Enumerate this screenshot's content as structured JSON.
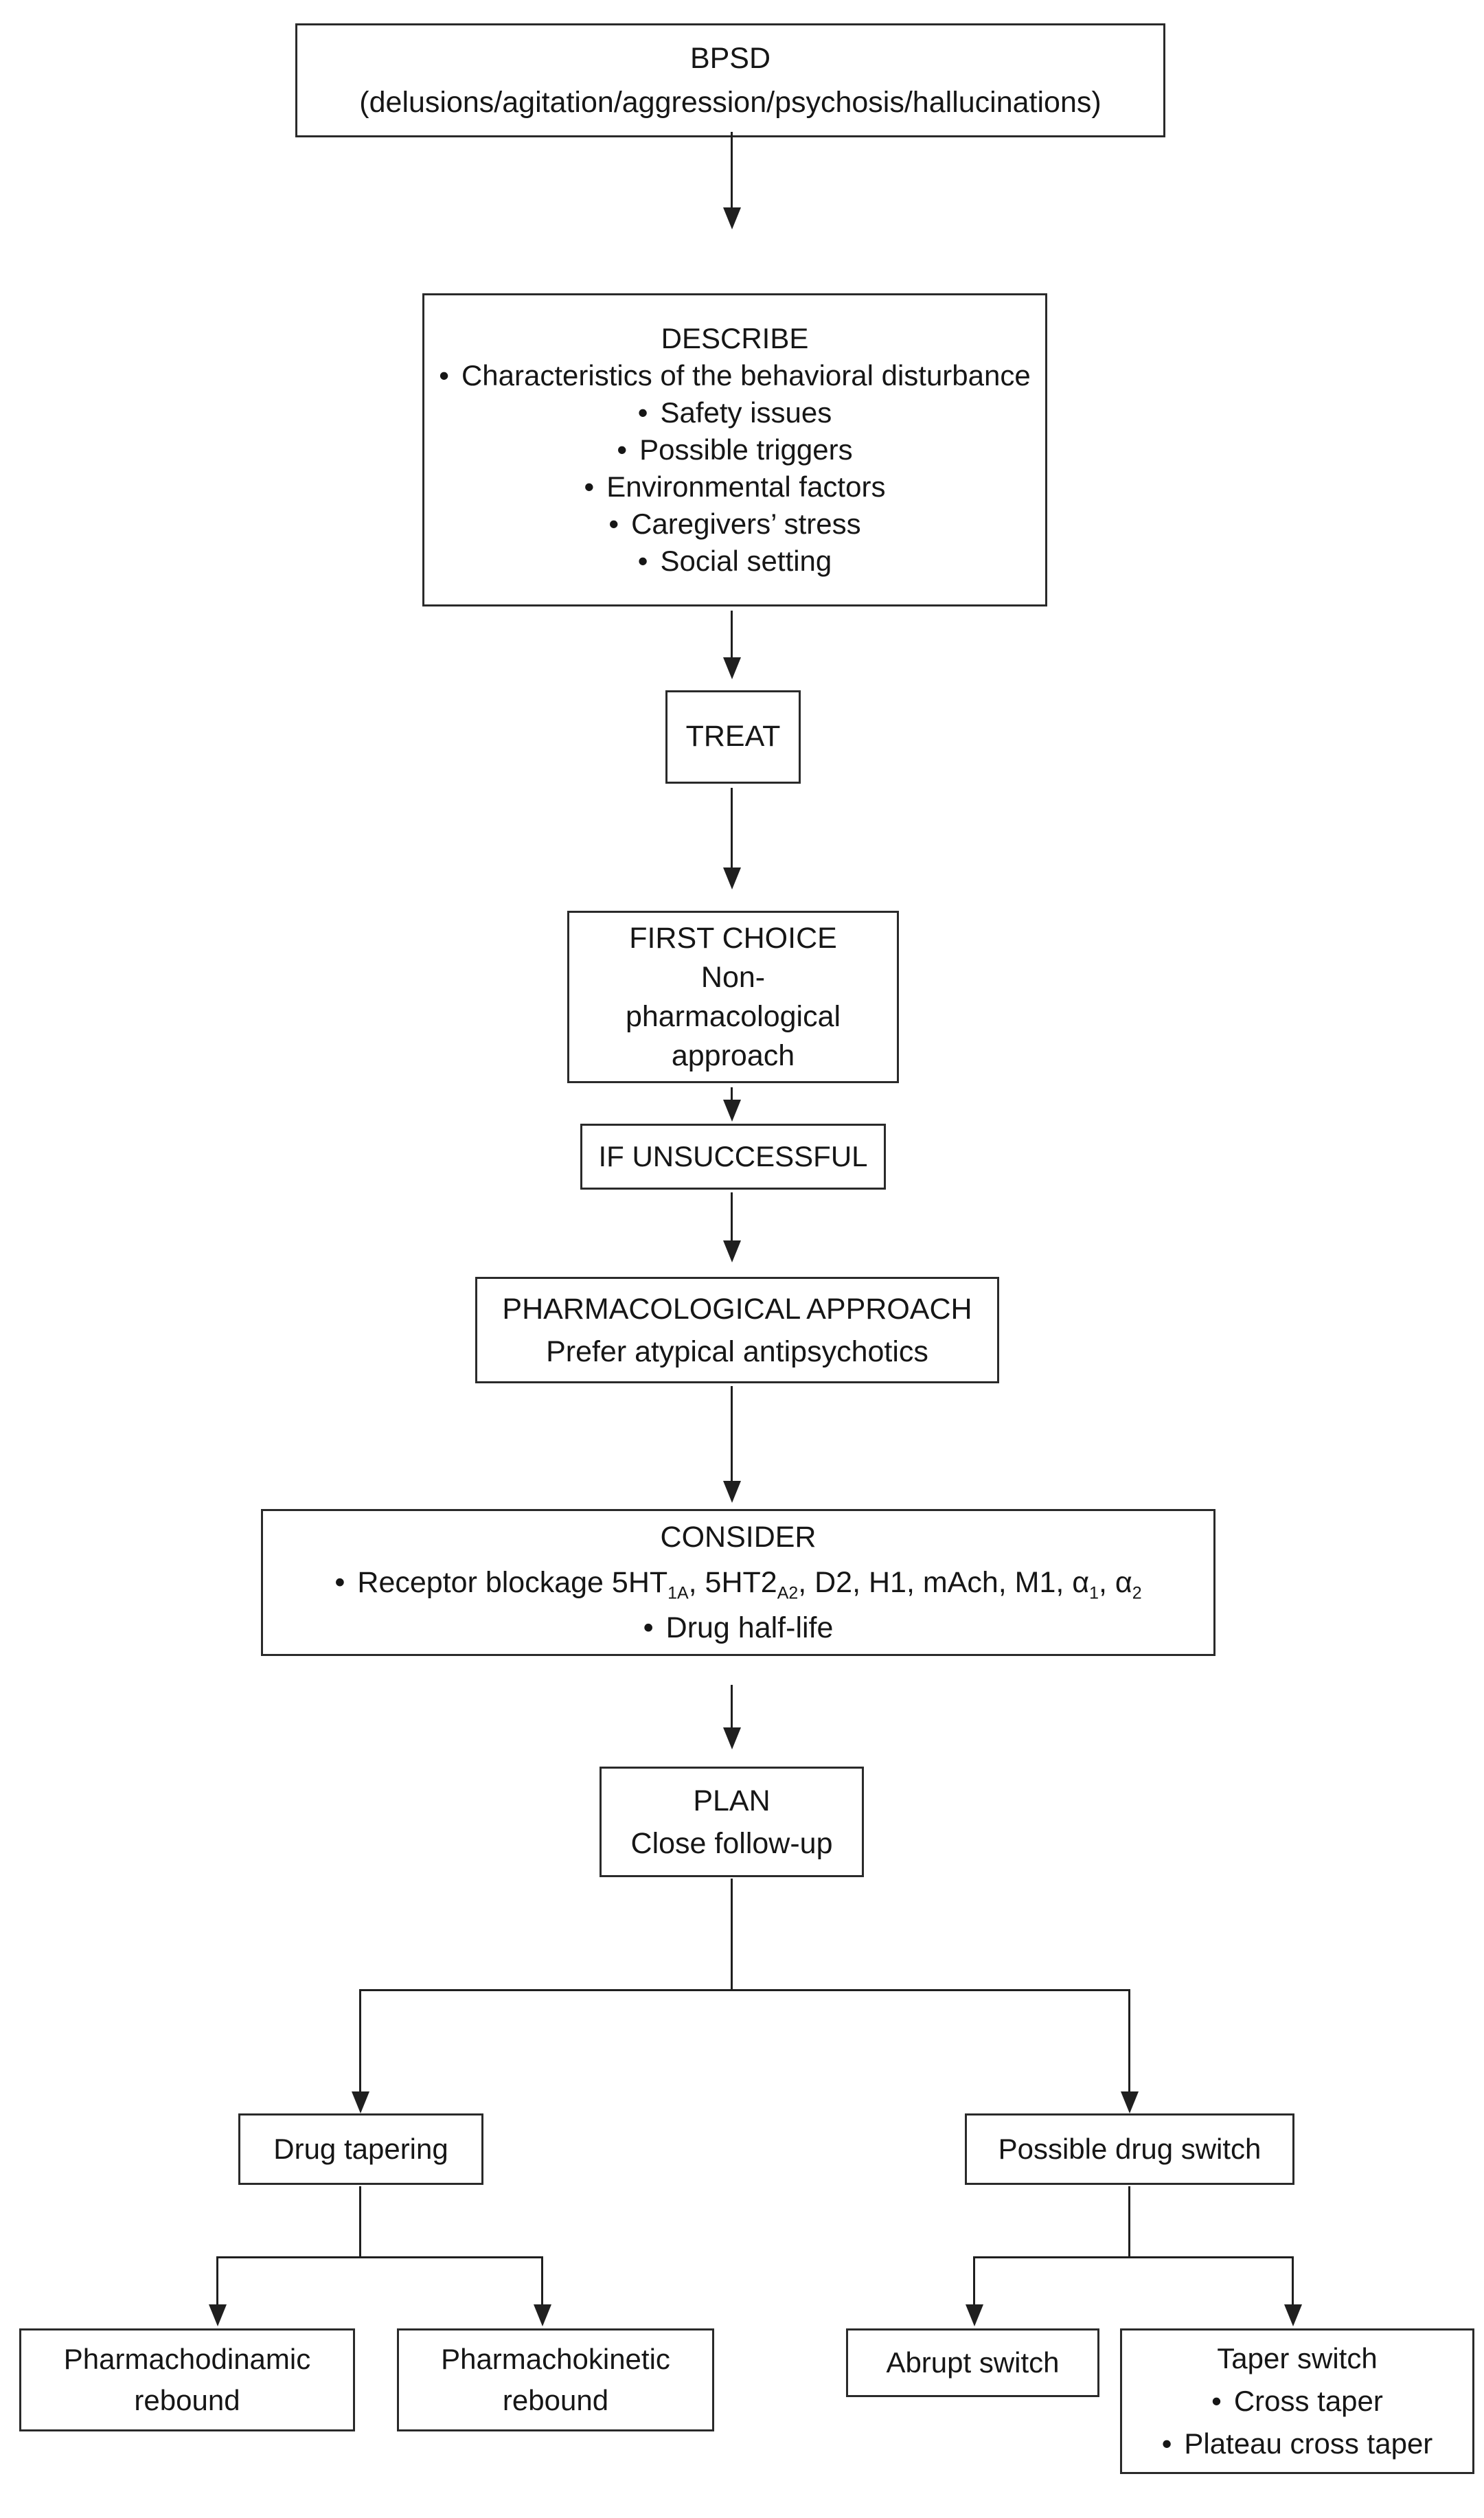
{
  "figure": {
    "type": "flowchart",
    "background_color": "#ffffff",
    "line_color": "#1f1f1f",
    "text_color": "#161616"
  },
  "nodes": {
    "bpsd": {
      "title": "BPSD",
      "subtitle": "(delusions/agitation/aggression/psychosis/hallucinations)"
    },
    "describe": {
      "title": "DESCRIBE",
      "items": [
        "Characteristics of the behavioral disturbance",
        "Safety issues",
        "Possible triggers",
        "Environmental factors",
        "Caregivers’ stress",
        "Social setting"
      ]
    },
    "treat": {
      "label": "TREAT"
    },
    "first_choice": {
      "title": "FIRST CHOICE",
      "lines": [
        "Non-",
        "pharmacological",
        "approach"
      ]
    },
    "if_unsuccessful": {
      "label": "IF UNSUCCESSFUL"
    },
    "pharmacological_approach": {
      "title": "PHARMACOLOGICAL APPROACH",
      "subtitle": "Prefer atypical antipsychotics"
    },
    "consider": {
      "title": "CONSIDER",
      "receptor_item": [
        {
          "text": "Receptor blockage 5HT"
        },
        {
          "sub": "1A"
        },
        {
          "text": ", 5HT2"
        },
        {
          "sub": "A2"
        },
        {
          "text": ", D2, H1, mAch, M1, α"
        },
        {
          "sub": "1"
        },
        {
          "text": ", α"
        },
        {
          "sub": "2"
        }
      ],
      "half_life_item": "Drug half-life"
    },
    "plan": {
      "title": "PLAN",
      "subtitle": "Close follow-up"
    },
    "drug_tapering": {
      "label": "Drug tapering"
    },
    "possible_drug_switch": {
      "label": "Possible drug switch"
    },
    "pharmachodinamic_rebound": {
      "label": "Pharmachodinamic rebound"
    },
    "pharmachokinetic_rebound": {
      "label": "Pharmachokinetic rebound"
    },
    "abrupt_switch": {
      "label": "Abrupt switch"
    },
    "taper_switch": {
      "title": "Taper switch",
      "items": [
        "Cross taper",
        "Plateau cross taper"
      ]
    }
  }
}
